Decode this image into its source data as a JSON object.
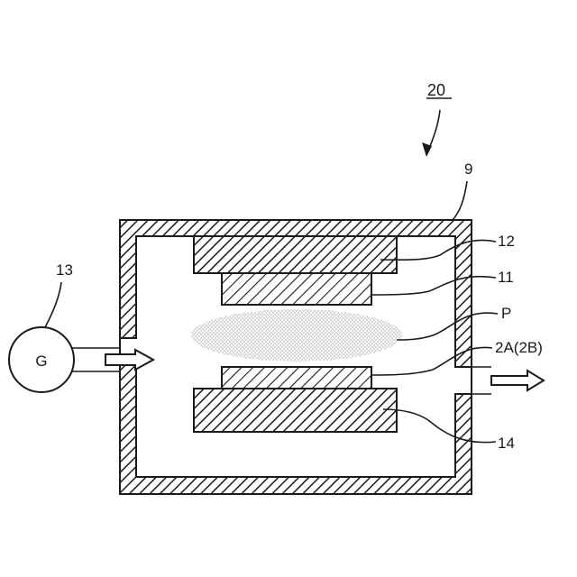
{
  "labels": {
    "figure_ref": "20",
    "chamber": "9",
    "upper_electrode_outer": "12",
    "upper_electrode_inner": "11",
    "plasma": "P",
    "substrate": "2A(2B)",
    "lower_electrode": "14",
    "gas_source_ref": "13",
    "gas_source_symbol": "G"
  },
  "colors": {
    "ink": "#1a1a1a",
    "background": "#ffffff"
  }
}
